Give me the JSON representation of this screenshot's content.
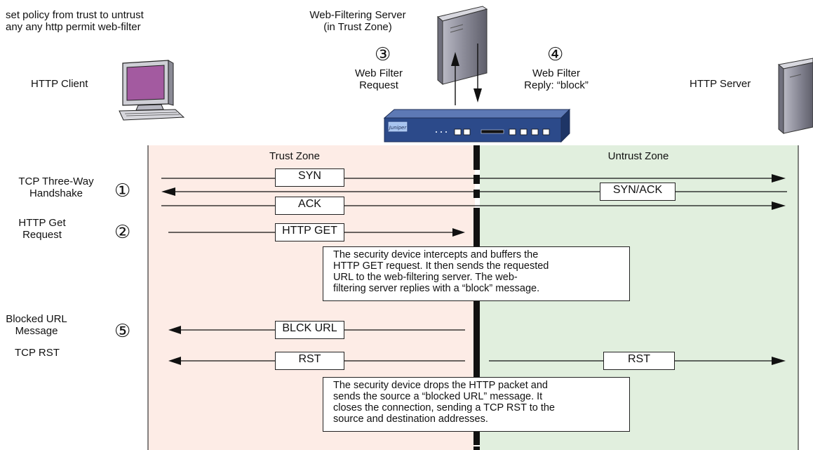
{
  "policy": {
    "line1": "set policy from trust to untrust",
    "line2": "any any http permit web-filter"
  },
  "webfilter_server": {
    "line1": "Web-Filtering Server",
    "line2": "(in Trust Zone)"
  },
  "http_client_label": "HTTP Client",
  "http_server_label": "HTTP Server",
  "device_brand": "Juniper",
  "step3": {
    "number": "③",
    "line1": "Web Filter",
    "line2": "Request"
  },
  "step4": {
    "number": "④",
    "line1": "Web Filter",
    "line2": "Reply: “block”"
  },
  "zones": {
    "trust": "Trust Zone",
    "untrust": "Untrust Zone"
  },
  "rows": {
    "handshake": {
      "line1": "TCP Three-Way",
      "line2": "Handshake",
      "number": "①"
    },
    "httpget": {
      "line1": "HTTP Get",
      "line2": "Request",
      "number": "②"
    },
    "blocked": {
      "line1": "Blocked URL",
      "line2": "Message",
      "number": "⑤"
    },
    "tcprst": "TCP RST"
  },
  "packets": {
    "syn": "SYN",
    "synack": "SYN/ACK",
    "ack": "ACK",
    "httpget": "HTTP GET",
    "blckurl": "BLCK URL",
    "rst_left": "RST",
    "rst_right": "RST"
  },
  "note1": [
    "The security device intercepts and buffers the",
    "HTTP GET request. It then sends the requested",
    "URL to the web-filtering server. The web-",
    "filtering server replies with a “block” message."
  ],
  "note2": [
    "The security device drops the HTTP packet and",
    "sends the source a “blocked URL” message. It",
    "closes the connection, sending a TCP RST to the",
    "source and destination addresses."
  ],
  "colors": {
    "trust_zone": "#fdece6",
    "untrust_zone": "#e1efde",
    "monitor_screen": "#a35aa0",
    "server_body": "#8e8e9a",
    "device_body": "#2c4a8a"
  }
}
